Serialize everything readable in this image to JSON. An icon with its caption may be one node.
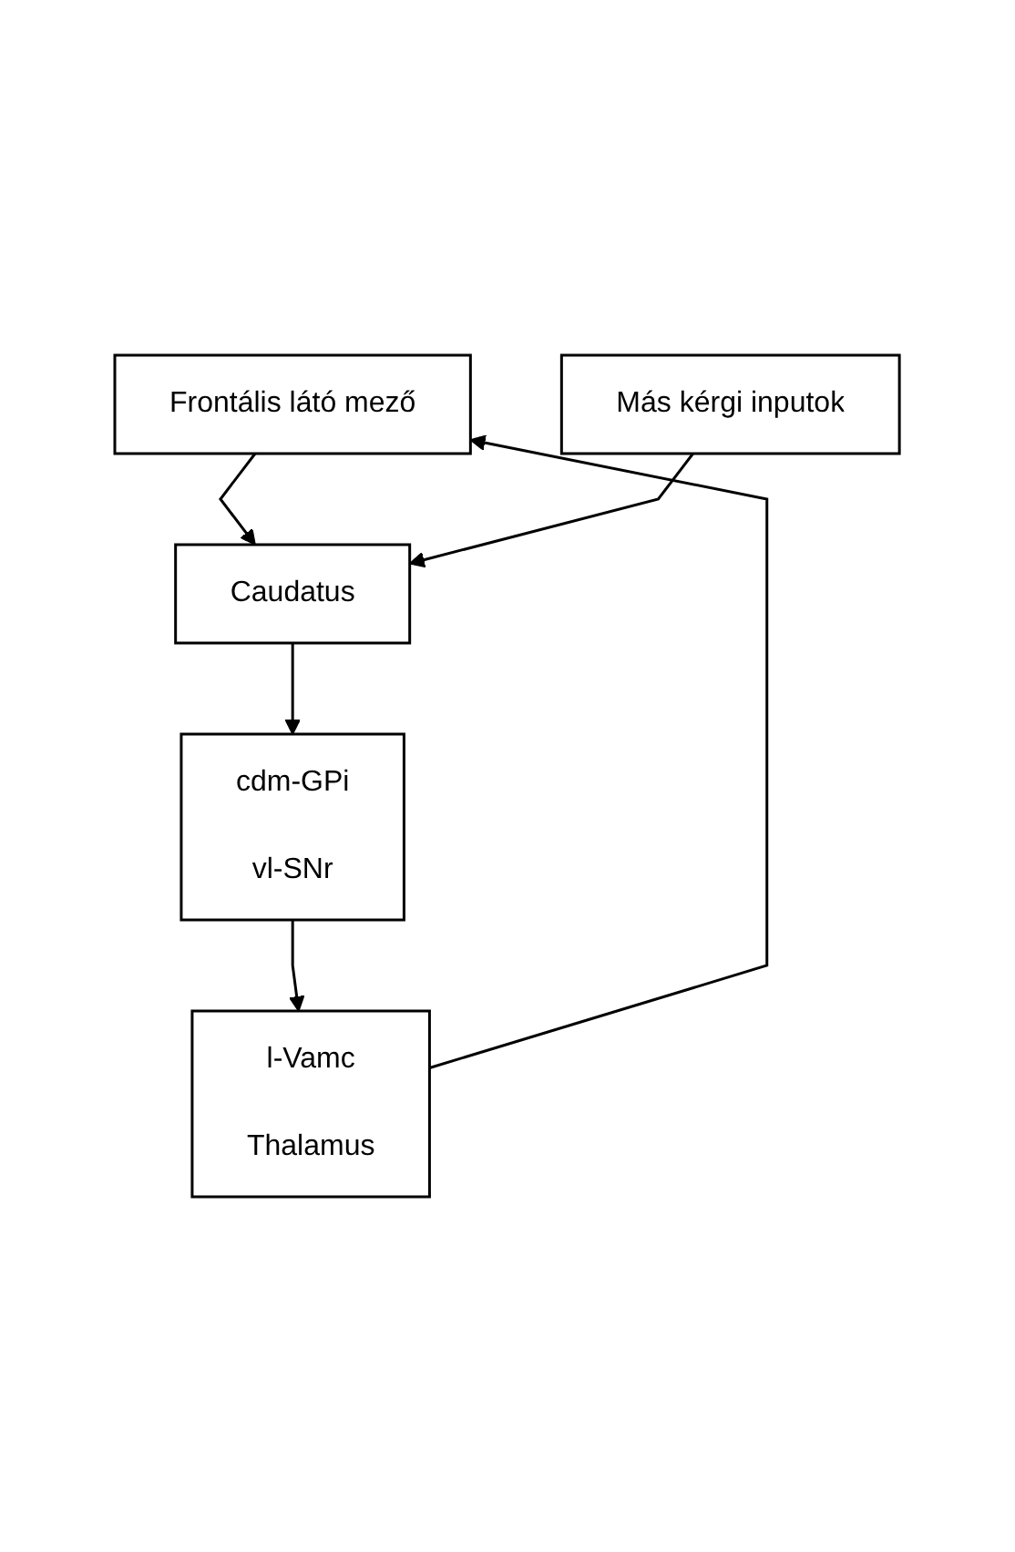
{
  "diagram": {
    "nodes": [
      {
        "text": [
          "Frontális látó mező"
        ]
      },
      {
        "text": [
          "Más kérgi inputok"
        ]
      },
      {
        "text": [
          "Caudatus"
        ]
      },
      {
        "text": [
          "cdm-GPi",
          "vl-SNr"
        ]
      },
      {
        "text": [
          "l-Vamc",
          "Thalamus"
        ]
      }
    ],
    "edges": [
      {
        "from": 0,
        "to": 2,
        "arrow": "to"
      },
      {
        "from": 1,
        "to": 2,
        "arrow": "to"
      },
      {
        "from": 2,
        "to": 3,
        "arrow": "to"
      },
      {
        "from": 3,
        "to": 4,
        "arrow": "to"
      },
      {
        "from": 4,
        "to": 0,
        "arrow": "to"
      }
    ]
  }
}
